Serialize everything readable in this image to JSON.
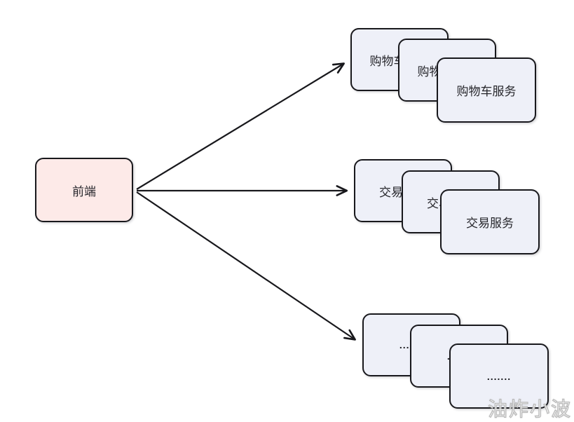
{
  "diagram": {
    "front_node": {
      "label": "前端"
    },
    "groups": [
      {
        "name": "cart-services",
        "boxes": [
          "购物车服务",
          "购物车服务",
          "购物车服务"
        ]
      },
      {
        "name": "trade-services",
        "boxes": [
          "交易服务",
          "交易服务",
          "交易服务"
        ]
      },
      {
        "name": "other-services",
        "boxes": [
          ".......",
          ".......",
          "......."
        ]
      }
    ],
    "colors": {
      "front_fill": "#fdeae8",
      "service_fill": "#eef0f8",
      "stroke": "#18181c",
      "background": "#ffffff"
    },
    "watermark": "油炸小波"
  }
}
